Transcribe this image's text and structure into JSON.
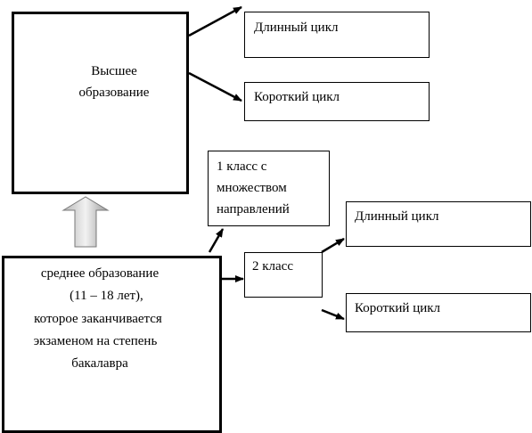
{
  "higher_education": {
    "line1": "Высшее",
    "line2": "образование"
  },
  "higher_long_cycle": {
    "label": "Длинный цикл"
  },
  "higher_short_cycle": {
    "label": "Короткий цикл"
  },
  "class_1": {
    "line1": "1 класс с",
    "line2": "множеством",
    "line3": "направлений"
  },
  "class_2": {
    "label": "2 класс"
  },
  "class2_long_cycle": {
    "label": "Длинный цикл"
  },
  "class2_short_cycle": {
    "label": "Короткий цикл"
  },
  "secondary_education": {
    "line1": "среднее образование",
    "line2": "(11 – 18 лет),",
    "line3": "которое заканчивается",
    "line4": "экзаменом на степень",
    "line5": "бакалавра"
  }
}
